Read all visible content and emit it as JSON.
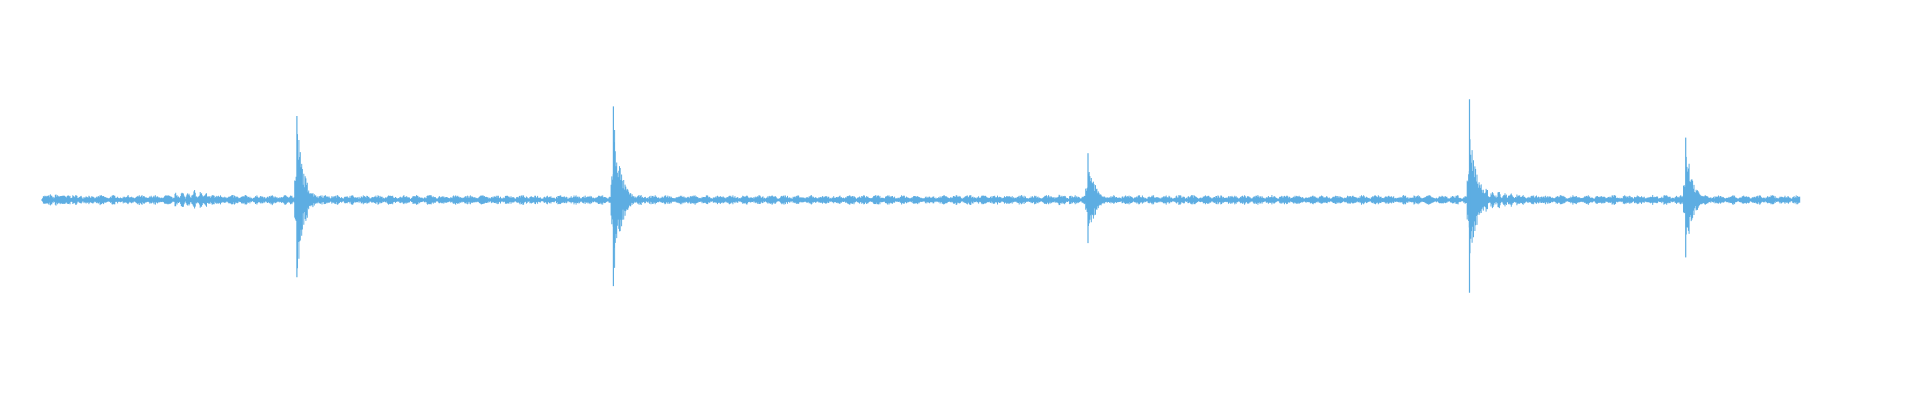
{
  "waveform": {
    "color": "#5DADE2",
    "background": "#FFFFFF",
    "baseline_amplitude": 0.03,
    "peaks": [
      {
        "position": 0.145,
        "amplitude": 0.7,
        "label": ""
      },
      {
        "position": 0.325,
        "amplitude": 0.78,
        "label": ""
      },
      {
        "position": 0.595,
        "amplitude": 0.39,
        "label": ""
      },
      {
        "position": 0.812,
        "amplitude": 0.84,
        "label": ""
      },
      {
        "position": 0.935,
        "amplitude": 0.52,
        "label": ""
      }
    ],
    "clusters": [
      {
        "position": 0.01,
        "amplitude": 0.06
      },
      {
        "position": 0.085,
        "amplitude": 0.09
      },
      {
        "position": 0.15,
        "amplitude": 0.08
      },
      {
        "position": 0.58,
        "amplitude": 0.05
      },
      {
        "position": 0.82,
        "amplitude": 0.11
      }
    ]
  }
}
